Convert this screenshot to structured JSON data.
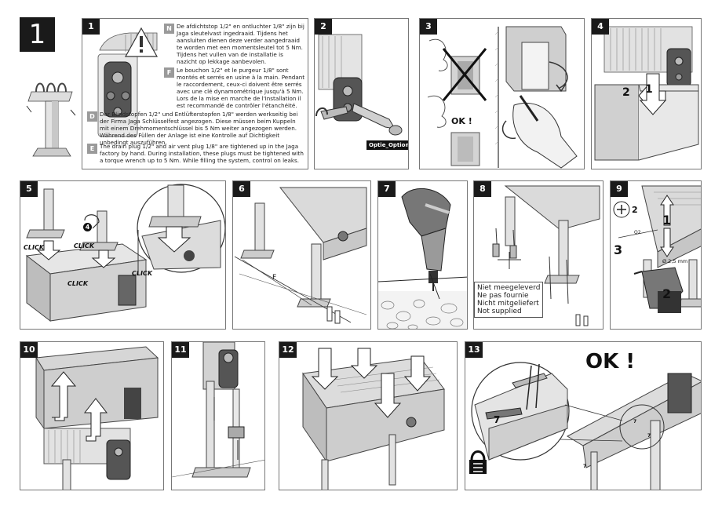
{
  "page_number": "1",
  "steps": [
    "1",
    "2",
    "3",
    "4",
    "5",
    "6",
    "7",
    "8",
    "9",
    "10",
    "11",
    "12",
    "13"
  ],
  "step1": {
    "nl_badge": "N",
    "nl_text": "De afdichtstop 1/2\" en ontluchter 1/8\" zijn bij Jaga sleutelvast ingedraaid. Tijdens het aansluiten dienen deze verder aangedraaid te worden met een momentsleutel tot 5 Nm. Tijdens het vullen van de installatie is nazicht op lekkage aanbevolen.",
    "fr_badge": "F",
    "fr_text": "Le bouchon 1/2\" et le purgeur 1/8\" sont montés et serrés en usine à la main. Pendant le raccordement, ceux-ci doivent être serrés avec une clé dynamométrique jusqu'à 5 Nm. Lors de la mise en marche de l'Installation il est recommandé de contrôler l'étanchéité.",
    "de_badge": "D",
    "de_text": "Der Blindstopfen 1/2\" und Entlüfterstopfen 1/8\" werden werkseitig bei der Firma Jaga Schlüsselfest angezogen. Diese müssen beim Kuppeln mit einem Drehmomentschlüssel bis 5 Nm weiter angezogen werden. Während des Füllen der Anlage ist eine Kontrolle auf Dichtigkeit unbedingt auszuführen.",
    "en_badge": "E",
    "en_text": "The drain plug 1/2\" and air vent plug 1/8\" are tightened up in the Jaga factory by hand. During installation, these plugs must be tightened with a torque wrench up to 5 Nm. While filling the system, control on leaks."
  },
  "step2": {
    "option_label": "Optie_Option"
  },
  "step3": {
    "ok_label": "OK !"
  },
  "step4": {
    "arrow_1": "1",
    "arrow_2": "2"
  },
  "step5": {
    "click_labels": [
      "CLICK",
      "CLICK",
      "CLICK",
      "CLICK"
    ],
    "marker": "4"
  },
  "step6": {
    "distance_label": "F"
  },
  "step8": {
    "not_supplied": [
      "Niet meegeleverd",
      "Ne pas fournie",
      "Nicht mitgeliefert",
      "Not supplied"
    ]
  },
  "step9": {
    "screw_label": "2",
    "dim_label": "O2",
    "drill_label": "Ø 2,5 mm",
    "num_1": "1",
    "num_2": "2",
    "num_3": "3"
  },
  "step13": {
    "ok_label": "OK !",
    "marker": "7",
    "small_markers": [
      "7",
      "7",
      "7"
    ]
  }
}
